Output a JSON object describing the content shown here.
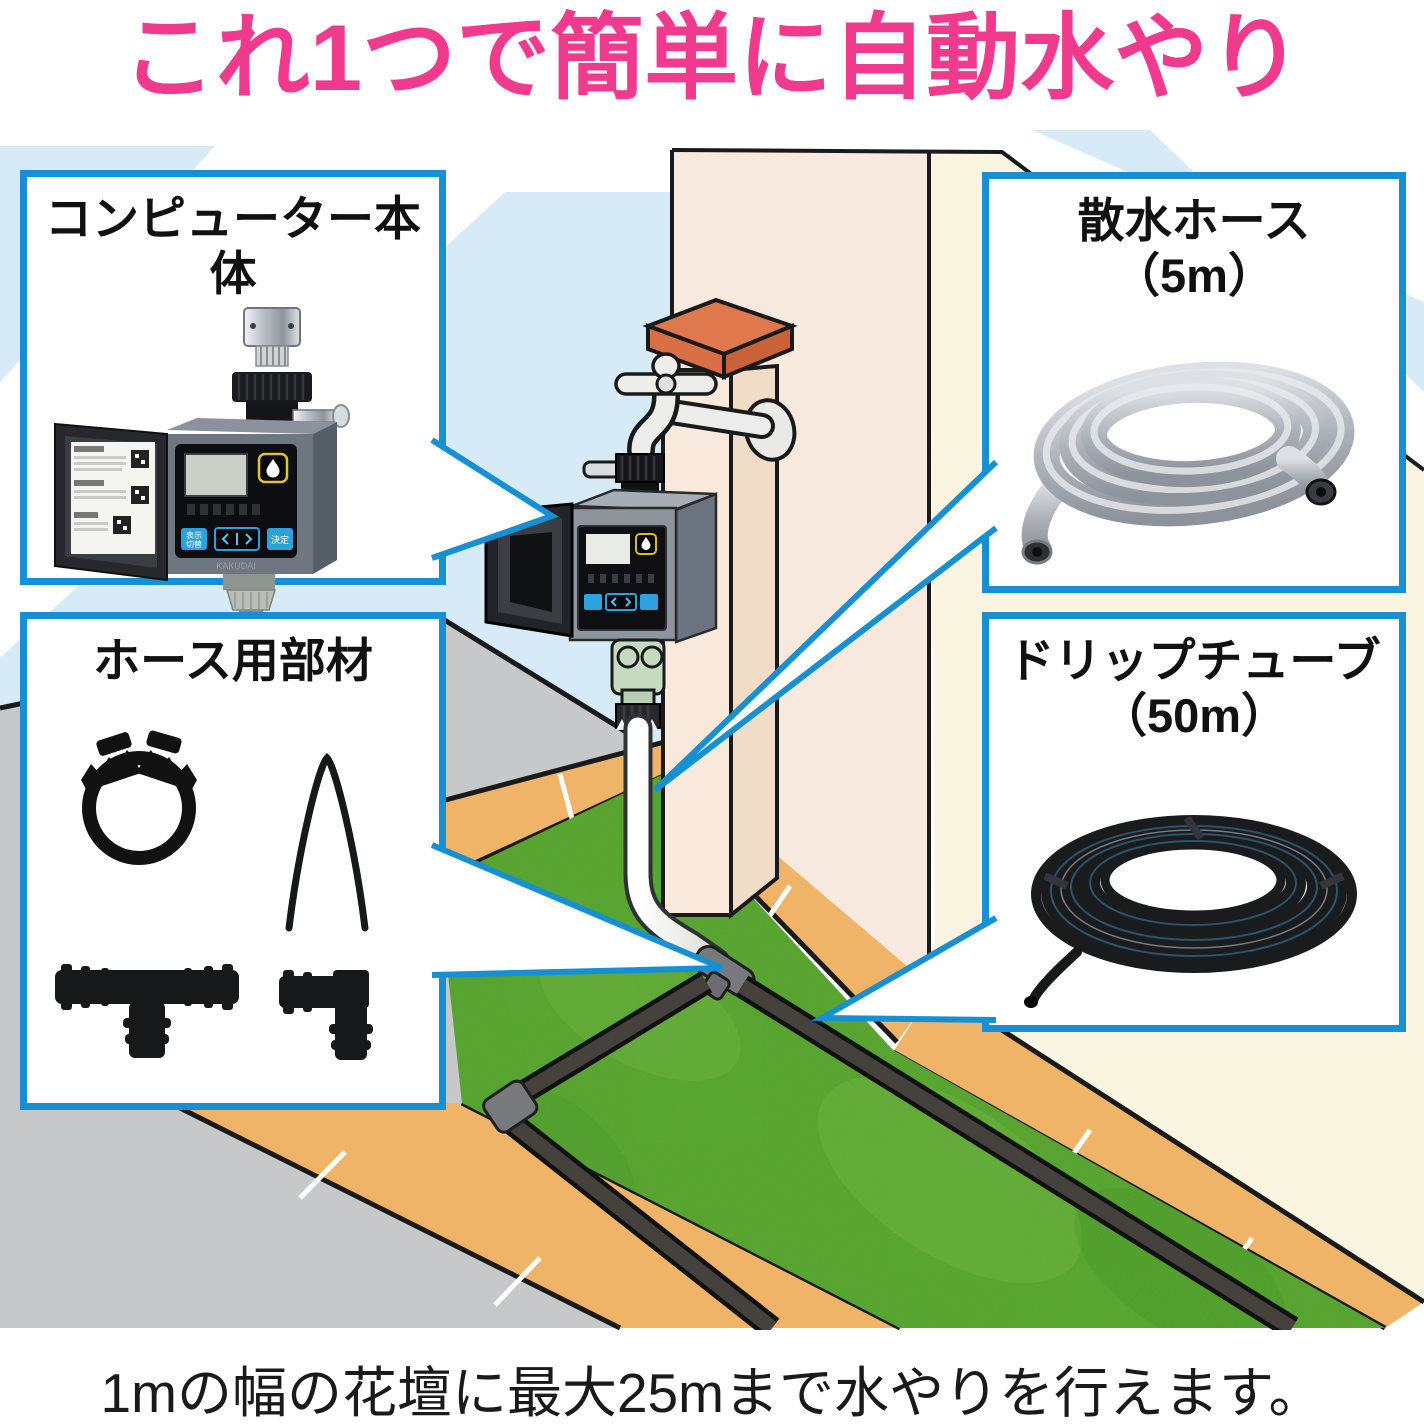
{
  "title": {
    "text": "これ1つで簡単に自動水やり"
  },
  "caption": {
    "text": "1mの幅の花壇に最大25mまで水やりを行えます。"
  },
  "colors": {
    "title_pink": "#EF3A8D",
    "callout_blue": "#1690D2",
    "grass_green": "#55A42D",
    "brick_tan": "#F0B468",
    "wall_ivory": "#FAF5E1",
    "wall_blush": "#F8E9DE",
    "concrete_gray": "#C6C8CA",
    "glass_blue": "#D7EAF8",
    "cap_terracotta": "#DE7549",
    "tube_black": "#45413D",
    "hose_white": "#F1F1ED"
  },
  "callouts": {
    "computer": {
      "title": "コンピューター本体"
    },
    "hose": {
      "title": "散水ホース",
      "size": "（5m）"
    },
    "parts": {
      "title": "ホース用部材"
    },
    "drip": {
      "title": "ドリップチューブ",
      "size": "（50m）"
    }
  },
  "device": {
    "brand": "KAKUDAI",
    "button_display_top": "表示",
    "button_display_bottom": "切替",
    "button_set": "決定"
  }
}
